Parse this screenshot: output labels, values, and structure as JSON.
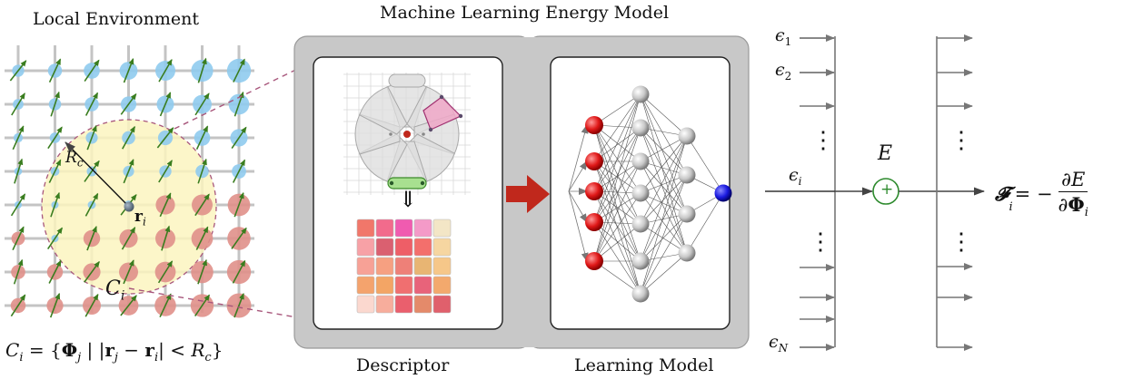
{
  "captions": {
    "local_environment": "Local Environment",
    "ml_energy_model": "Machine Learning Energy Model",
    "descriptor": "Descriptor",
    "learning_model": "Learning Model"
  },
  "labels": {
    "cutoff_radius": "R",
    "cutoff_radius_sub": "c",
    "position": "r",
    "position_sub": "i",
    "environment": "C",
    "environment_sub": "i",
    "energy": "E",
    "sum_symbol": "+",
    "implies_arrow": "⇓",
    "vdots": "⋮",
    "eps_1": "ϵ",
    "eps_1_sub": "1",
    "eps_2": "ϵ",
    "eps_2_sub": "2",
    "eps_i": "ϵ",
    "eps_i_sub": "i",
    "eps_N": "ϵ",
    "eps_N_sub": "N"
  },
  "equations": {
    "environment_def": {
      "lhs": "C",
      "lhs_sub": "i",
      "eq": " = {",
      "phi": "Φ",
      "phi_sub": "j",
      "bar": " | |",
      "r1": "r",
      "r1_sub": "j",
      "minus": " − ",
      "r2": "r",
      "r2_sub": "i",
      "lt": "| < ",
      "R": "R",
      "R_sub": "c",
      "close": "}"
    },
    "force": {
      "lhs": "𝓕",
      "lhs_sub": "i",
      "eq": " = −",
      "num": "∂E",
      "den_d": "∂",
      "den_phi": "Φ",
      "den_sub": "i"
    }
  },
  "colors": {
    "panel_gray": "#c8c8c8",
    "panel_border": "#999999",
    "atom_blue": "#8fcbee",
    "atom_red": "#e0908a",
    "cutoff_fill": "#fbf5c0",
    "cutoff_border": "#a8577c",
    "spin_arrow": "#3a7d1f",
    "input_node": "#e02020",
    "hidden_node": "#c8c8c8",
    "output_node": "#1a1ae0",
    "big_arrow": "#c0281c",
    "sum_circle": "#2d8a2d",
    "tile_pink": "#f0a8c8",
    "tile_green": "#a8e090",
    "heatmap": [
      [
        "#f1776a",
        "#f26b8c",
        "#f05bb0",
        "#f49ac8",
        "#f3e6c6"
      ],
      [
        "#f7a1a6",
        "#da6070",
        "#ee5e67",
        "#f36f6c",
        "#f6d6a1"
      ],
      [
        "#f7a196",
        "#f6a081",
        "#ee8078",
        "#e8b573",
        "#f6c789"
      ],
      [
        "#f4a36d",
        "#f3a565",
        "#f06f70",
        "#e8637a",
        "#f3a96d"
      ],
      [
        "#fbd8cf",
        "#f7ad9c",
        "#ea5f6d",
        "#e48a6a",
        "#e0606c"
      ]
    ]
  }
}
